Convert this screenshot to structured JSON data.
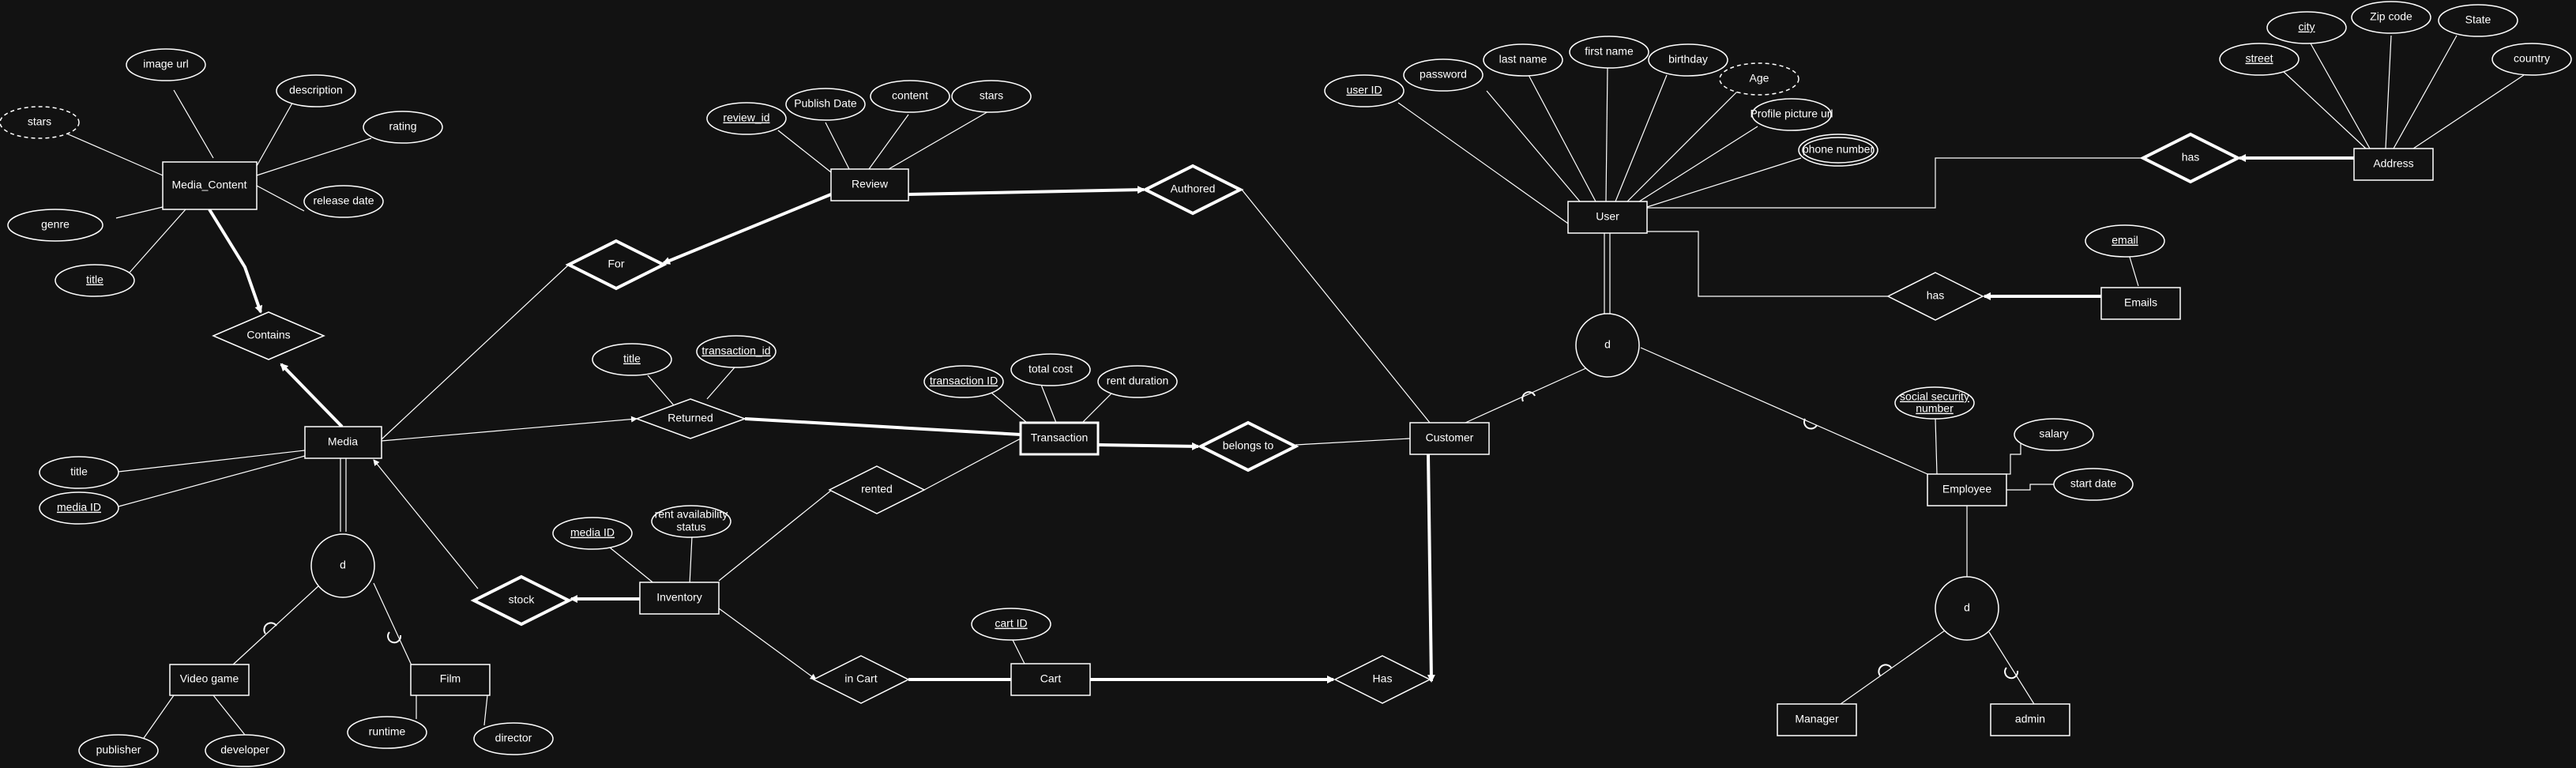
{
  "entities": {
    "media_content": "Media_Content",
    "media": "Media",
    "video_game": "Video game",
    "film": "Film",
    "inventory": "Inventory",
    "review": "Review",
    "transaction": "Transaction",
    "cart": "Cart",
    "customer": "Customer",
    "user": "User",
    "employee": "Employee",
    "manager": "Manager",
    "admin": "admin",
    "address": "Address",
    "emails": "Emails"
  },
  "relationships": {
    "contains": "Contains",
    "for": "For",
    "authored": "Authored",
    "returned": "Returned",
    "rented": "rented",
    "belongs_to": "belongs to",
    "stock": "stock",
    "in_cart": "in Cart",
    "has_cart": "Has",
    "has_address": "has",
    "has_email": "has"
  },
  "attributes": {
    "mc_stars": "stars",
    "mc_image_url": "image url",
    "mc_description": "description",
    "mc_rating": "rating",
    "mc_release_date": "release date",
    "mc_genre": "genre",
    "mc_title": "title",
    "m_title": "title",
    "m_media_id": "media ID",
    "vg_publisher": "publisher",
    "vg_developer": "developer",
    "f_runtime": "runtime",
    "f_director": "director",
    "inv_media_id": "media ID",
    "inv_rent_status_1": "rent availability",
    "inv_rent_status_2": "status",
    "r_review_id": "review_id",
    "r_publish_date": "Publish Date",
    "r_content": "content",
    "r_stars": "stars",
    "ret_title": "title",
    "ret_transaction_id": "transaction_id",
    "t_transaction_id": "transaction ID",
    "t_total_cost": "total cost",
    "t_rent_duration": "rent duration",
    "c_cart_id": "cart ID",
    "u_user_id": "user ID",
    "u_password": "password",
    "u_last_name": "last name",
    "u_first_name": "first name",
    "u_birthday": "birthday",
    "u_age": "Age",
    "u_profile_pic": "Profile picture url",
    "u_phone": "phone number",
    "a_street": "street",
    "a_city": "city",
    "a_zip": "Zip code",
    "a_state": "State",
    "a_country": "country",
    "e_email": "email",
    "emp_ssn_1": "social security",
    "emp_ssn_2": "number",
    "emp_salary": "salary",
    "emp_start_date": "start date"
  },
  "specializations": {
    "media_d": "d",
    "user_d": "d",
    "employee_d": "d"
  }
}
